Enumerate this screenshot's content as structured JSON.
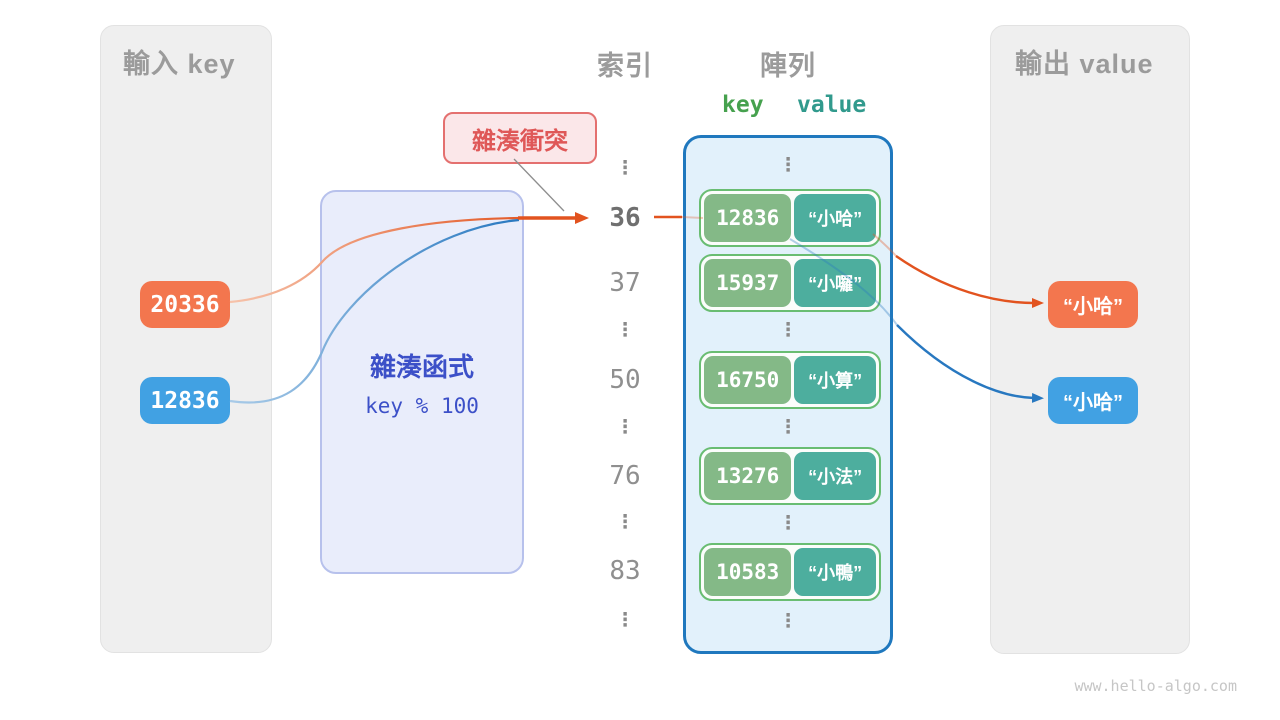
{
  "watermark": "www.hello-algo.com",
  "input_panel": {
    "title": "輸入 key",
    "keys": [
      {
        "label": "20336",
        "color": "#F3764E"
      },
      {
        "label": "12836",
        "color": "#41A1E3"
      }
    ]
  },
  "hash_box": {
    "title": "雜湊函式",
    "formula": "key % 100"
  },
  "collision_badge": {
    "label": "雜湊衝突"
  },
  "index_column": {
    "title": "索引",
    "cells": [
      "⋮",
      "36",
      "37",
      "⋮",
      "50",
      "⋮",
      "76",
      "⋮",
      "83",
      "⋮"
    ]
  },
  "array_column": {
    "title": "陣列",
    "key_header": "key",
    "value_header": "value",
    "ellipsis": "⋮",
    "pairs": [
      {
        "key": "12836",
        "value": "“小哈”"
      },
      {
        "key": "15937",
        "value": "“小囉”"
      },
      {
        "key": "16750",
        "value": "“小算”"
      },
      {
        "key": "13276",
        "value": "“小法”"
      },
      {
        "key": "10583",
        "value": "“小鴨”"
      }
    ]
  },
  "output_panel": {
    "title": "輸出 value",
    "values": [
      {
        "label": "“小哈”",
        "color": "#F3764E"
      },
      {
        "label": "“小哈”",
        "color": "#41A1E3"
      }
    ]
  },
  "colors": {
    "orange_chip": "#F3764E",
    "blue_chip": "#41A1E3",
    "arrow_orange": "#E2531F",
    "arrow_blue": "#2878C0",
    "key_green": "#84B987",
    "value_teal": "#4DAE9E",
    "pair_border": "#69BD72",
    "array_border": "#1F78BE",
    "array_fill": "#E2F1FB",
    "hash_text_blue": "#3C50C8",
    "hash_fill": "#E9EDFB",
    "collision_red": "#DF5858",
    "collision_fill": "#FBE7E9",
    "panel_gray": "#EFEFEF",
    "heading_gray": "#9B9B9B",
    "index_gray": "#8F8F8F",
    "key_header_green": "#46A14E",
    "value_header_teal": "#319A8D"
  }
}
